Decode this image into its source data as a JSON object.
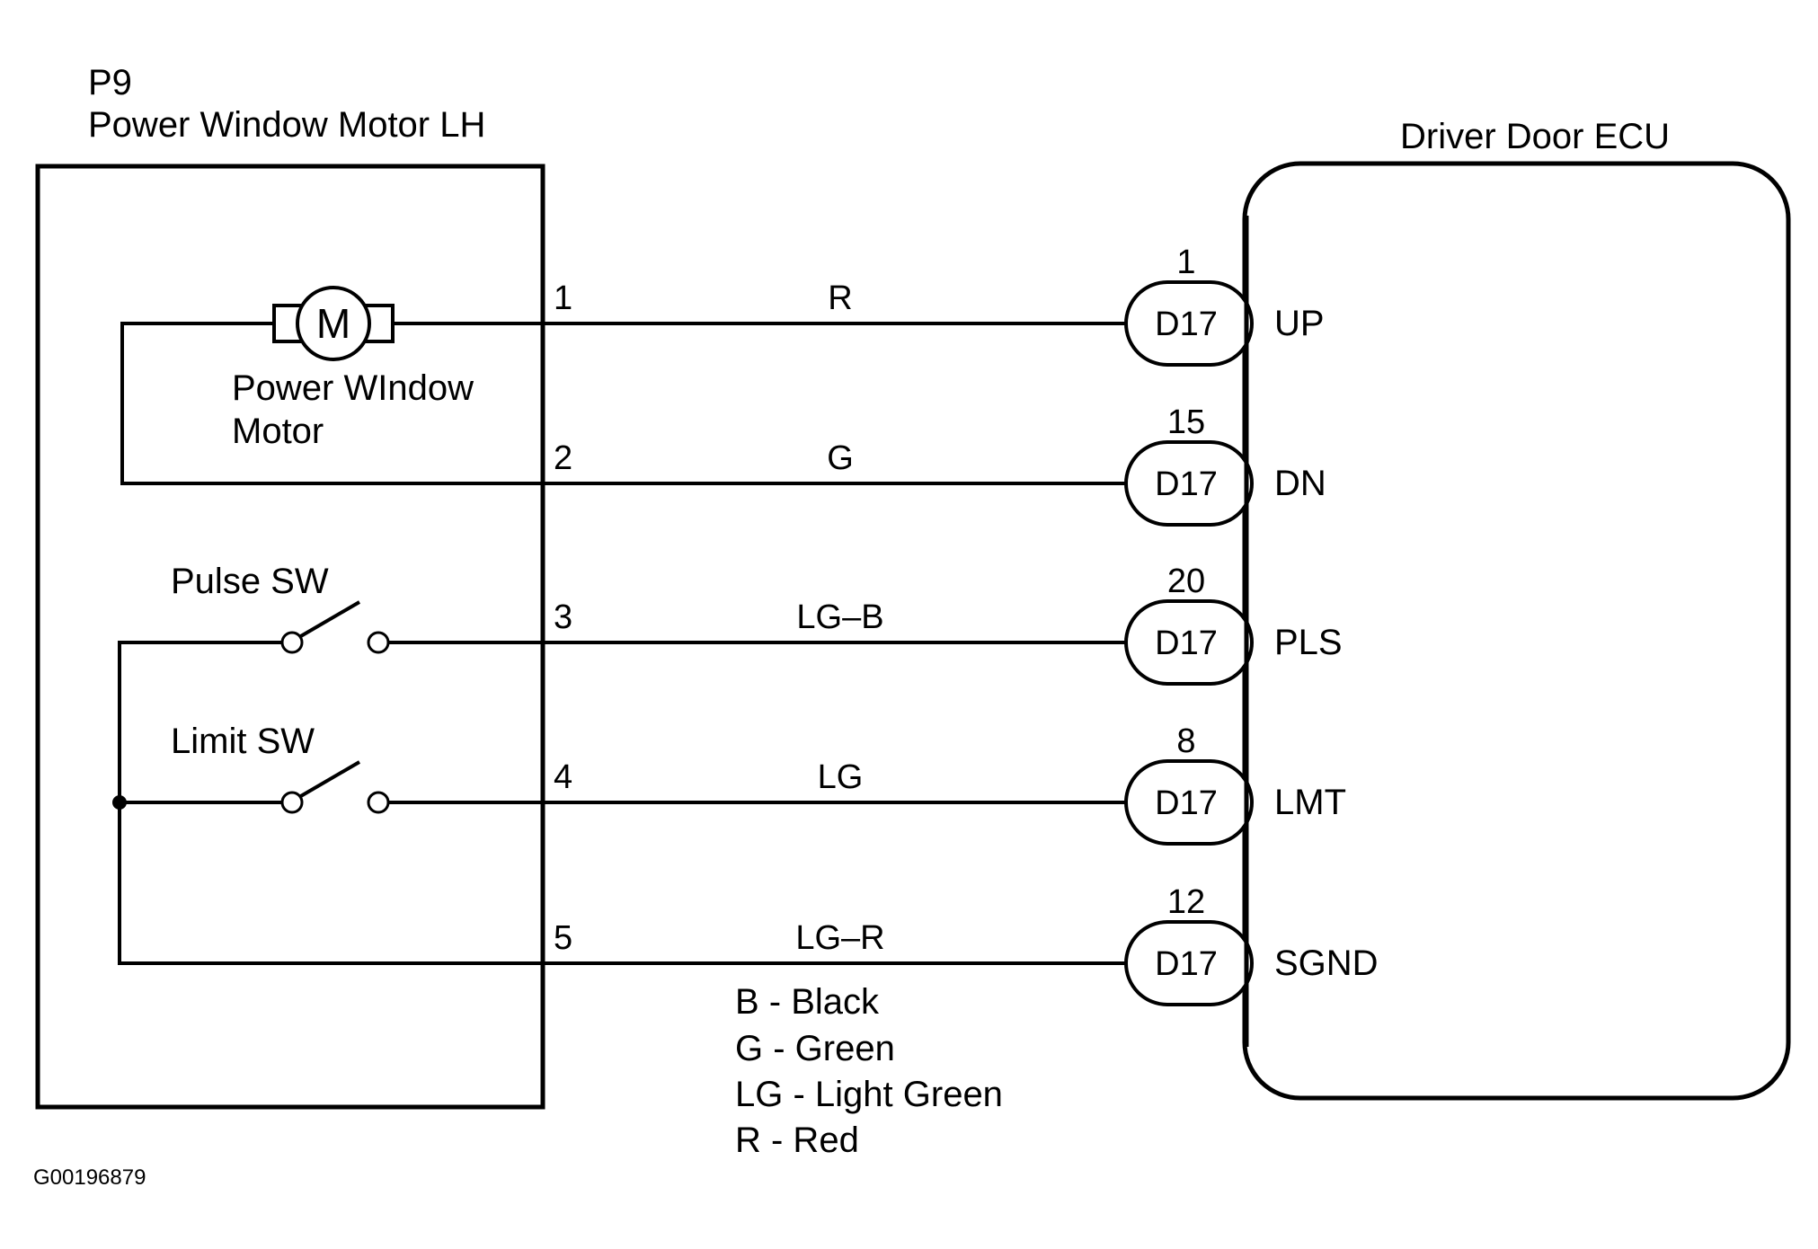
{
  "left_component": {
    "id": "P9",
    "title": "Power Window Motor LH",
    "motor_symbol": "M",
    "motor_label_line1": "Power WIndow",
    "motor_label_line2": "Motor",
    "pulse_switch_label": "Pulse SW",
    "limit_switch_label": "Limit SW"
  },
  "right_component": {
    "title": "Driver Door ECU"
  },
  "wires": [
    {
      "pin": "1",
      "color_code": "R",
      "connector": "D17",
      "connector_pin": "1",
      "terminal": "UP"
    },
    {
      "pin": "2",
      "color_code": "G",
      "connector": "D17",
      "connector_pin": "15",
      "terminal": "DN"
    },
    {
      "pin": "3",
      "color_code": "LG–B",
      "connector": "D17",
      "connector_pin": "20",
      "terminal": "PLS"
    },
    {
      "pin": "4",
      "color_code": "LG",
      "connector": "D17",
      "connector_pin": "8",
      "terminal": "LMT"
    },
    {
      "pin": "5",
      "color_code": "LG–R",
      "connector": "D17",
      "connector_pin": "12",
      "terminal": "SGND"
    }
  ],
  "legend": [
    "B - Black",
    "G - Green",
    "LG - Light Green",
    "R - Red"
  ],
  "figure_id": "G00196879"
}
